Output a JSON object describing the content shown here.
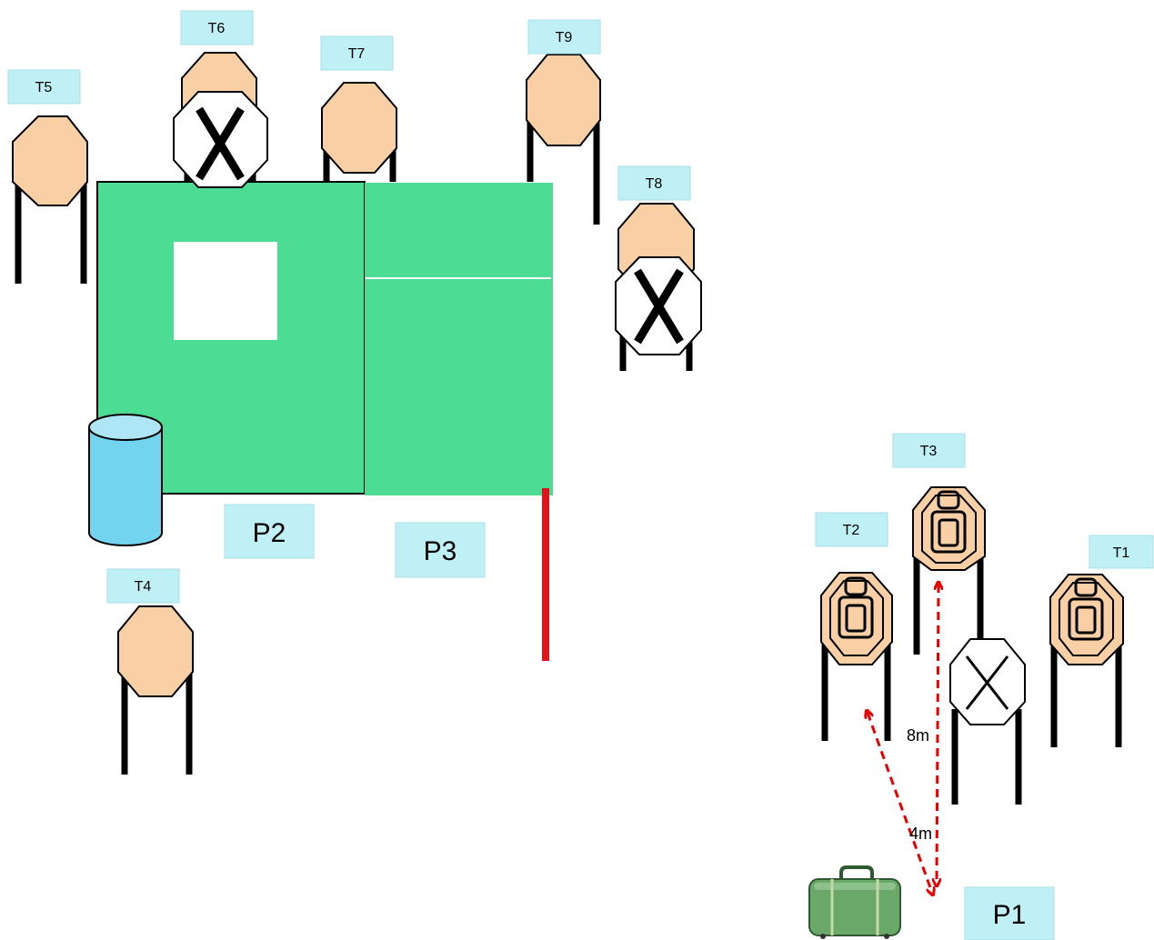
{
  "targets": {
    "t1": "T1",
    "t2": "T2",
    "t3": "T3",
    "t4": "T4",
    "t5": "T5",
    "t6": "T6",
    "t7": "T7",
    "t8": "T8",
    "t9": "T9"
  },
  "positions": {
    "p1": "P1",
    "p2": "P2",
    "p3": "P3"
  },
  "distances": {
    "near": "4m",
    "far": "8m"
  },
  "colors": {
    "target_fill": "#f9cfa6",
    "no_shoot_fill": "#ffffff",
    "wall_green": "#4cdc94",
    "label_box": "#bff0f6",
    "barrel": "#72d4ee",
    "fault_line": "#e0141b",
    "distance_arrow": "#e60000",
    "case_green": "#6aa86a"
  }
}
